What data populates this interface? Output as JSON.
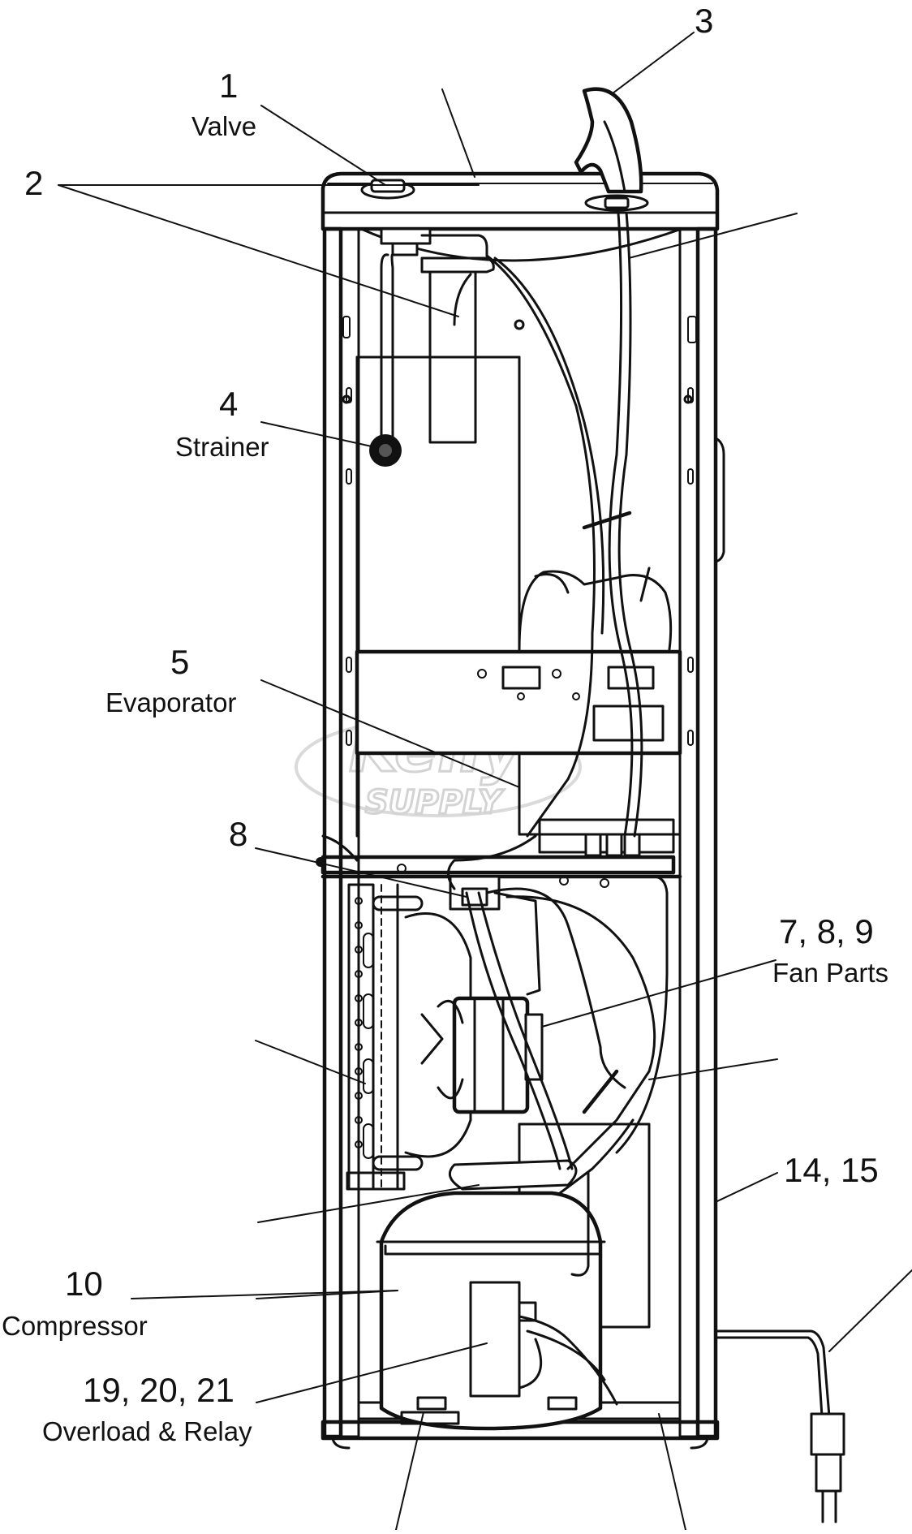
{
  "watermark": {
    "line1": "Kelly",
    "line2": "SUPPLY"
  },
  "callouts": [
    {
      "id": "1",
      "number": "1",
      "label": "Valve"
    },
    {
      "id": "2",
      "number": "2",
      "label": ""
    },
    {
      "id": "3",
      "number": "3",
      "label": ""
    },
    {
      "id": "4",
      "number": "4",
      "label": "Strainer"
    },
    {
      "id": "5",
      "number": "5",
      "label": "Evaporator"
    },
    {
      "id": "8",
      "number": "8",
      "label": ""
    },
    {
      "id": "789",
      "number": "7, 8, 9",
      "label": "Fan Parts"
    },
    {
      "id": "1415",
      "number": "14, 15",
      "label": ""
    },
    {
      "id": "10",
      "number": "10",
      "label": "Compressor"
    },
    {
      "id": "192021",
      "number": "19, 20, 21",
      "label": "Overload & Relay"
    }
  ]
}
